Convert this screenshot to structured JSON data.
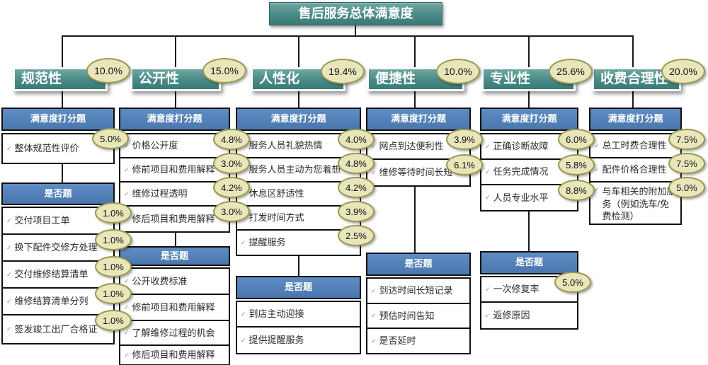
{
  "title": "售后服务总体满意度",
  "section_labels": {
    "score": "满意度打分题",
    "yesno": "是否题"
  },
  "icons": {
    "item_bullet": "✓"
  },
  "colors": {
    "teal_header": "#4a8a86",
    "blue_header": "#4f81bd",
    "badge_fill": "#e8e6ba",
    "badge_border": "#99994f",
    "line": "#1a1a1a"
  },
  "categories": [
    {
      "label": "规范性",
      "weight": "10.0%",
      "score_items": [
        {
          "label": "整体规范性评价",
          "weight": "5.0%"
        }
      ],
      "yesno_items": [
        {
          "label": "交付项目工单",
          "weight": "1.0%"
        },
        {
          "label": "换下配件交修方处理",
          "weight": "1.0%"
        },
        {
          "label": "交付维修结算清单",
          "weight": "1.0%"
        },
        {
          "label": "维修结算清单分列",
          "weight": "1.0%"
        },
        {
          "label": "签发竣工出厂合格证",
          "weight": "1.0%"
        }
      ]
    },
    {
      "label": "公开性",
      "weight": "15.0%",
      "score_items": [
        {
          "label": "价格公开度",
          "weight": "4.8%"
        },
        {
          "label": "修前项目和费用解释",
          "weight": "3.0%"
        },
        {
          "label": "维修过程透明",
          "weight": "4.2%"
        },
        {
          "label": "修后项目和费用解释",
          "weight": "3.0%"
        }
      ],
      "yesno_items": [
        {
          "label": "公开收费标准"
        },
        {
          "label": "修前项目和费用解释"
        },
        {
          "label": "了解维修过程的机会"
        },
        {
          "label": "修后项目和费用解释"
        }
      ]
    },
    {
      "label": "人性化",
      "weight": "19.4%",
      "score_items": [
        {
          "label": "服务人员礼貌热情",
          "weight": "4.0%"
        },
        {
          "label": "服务人员主动为您着想",
          "weight": "4.8%"
        },
        {
          "label": "休息区舒适性",
          "weight": "4.2%"
        },
        {
          "label": "打发时间方式",
          "weight": "3.9%"
        },
        {
          "label": "提醒服务",
          "weight": "2.5%"
        }
      ],
      "yesno_items": [
        {
          "label": "到店主动迎接"
        },
        {
          "label": "提供提醒服务"
        }
      ]
    },
    {
      "label": "便捷性",
      "weight": "10.0%",
      "score_items": [
        {
          "label": "网点到达便利性",
          "weight": "3.9%"
        },
        {
          "label": "维修等待时间长短",
          "weight": "6.1%"
        }
      ],
      "yesno_items": [
        {
          "label": "到达时间长短记录"
        },
        {
          "label": "预估时间告知"
        },
        {
          "label": "是否延时"
        }
      ]
    },
    {
      "label": "专业性",
      "weight": "25.6%",
      "score_items": [
        {
          "label": "正确诊断故障",
          "weight": "6.0%"
        },
        {
          "label": "任务完成情况",
          "weight": "5.8%"
        },
        {
          "label": "人员专业水平",
          "weight": "8.8%"
        }
      ],
      "yesno_items": [
        {
          "label": "一次修复率",
          "weight": "5.0%"
        },
        {
          "label": "返修原因"
        }
      ]
    },
    {
      "label": "收费合理性",
      "weight": "20.0%",
      "score_items": [
        {
          "label": "总工时费合理性",
          "weight": "7.5%"
        },
        {
          "label": "配件价格合理性",
          "weight": "7.5%"
        },
        {
          "label": "与车相关的附加服务（例如洗车/免费检测）",
          "weight": "5.0%"
        }
      ],
      "yesno_items": []
    }
  ]
}
